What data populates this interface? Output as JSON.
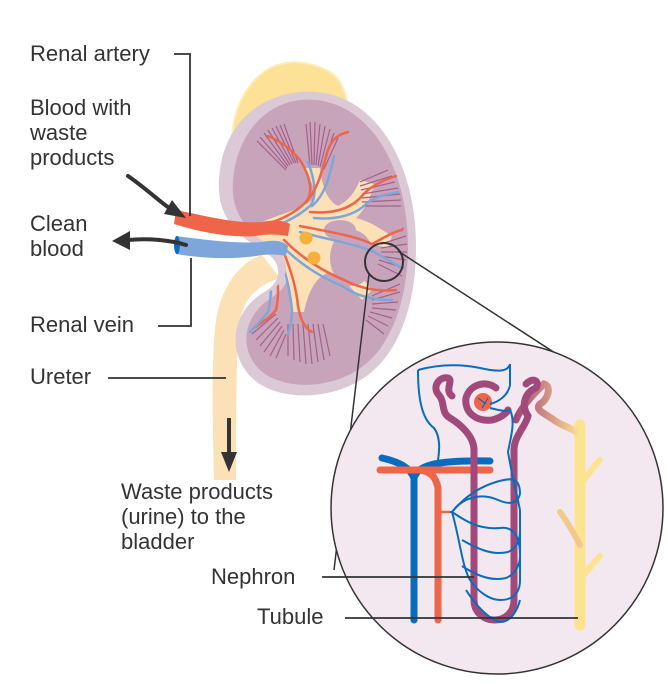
{
  "diagram": {
    "labels": {
      "renal_artery": "Renal artery",
      "blood_with_waste": "Blood with\nwaste\nproducts",
      "clean_blood": "Clean\nblood",
      "renal_vein": "Renal vein",
      "ureter": "Ureter",
      "waste_to_bladder": "Waste products\n(urine) to the\nbladder",
      "nephron": "Nephron",
      "tubule": "Tubule"
    },
    "colors": {
      "artery": "#ee6549",
      "vein": "#7ea6da",
      "vein_dark": "#0a6cbe",
      "kidney_outer": "#dcc9d6",
      "kidney_cortex": "#c8a4bb",
      "pelvis": "#fde1b6",
      "adrenal": "#fde196",
      "pyramid_lines": "#a5608b",
      "nephron_tubule": "#a1497b",
      "collecting_duct": "#fce38f",
      "magnify_bg": "#f3e8ef",
      "label_text": "#333333",
      "leader": "#333333",
      "spot": "#f6b13d"
    }
  }
}
